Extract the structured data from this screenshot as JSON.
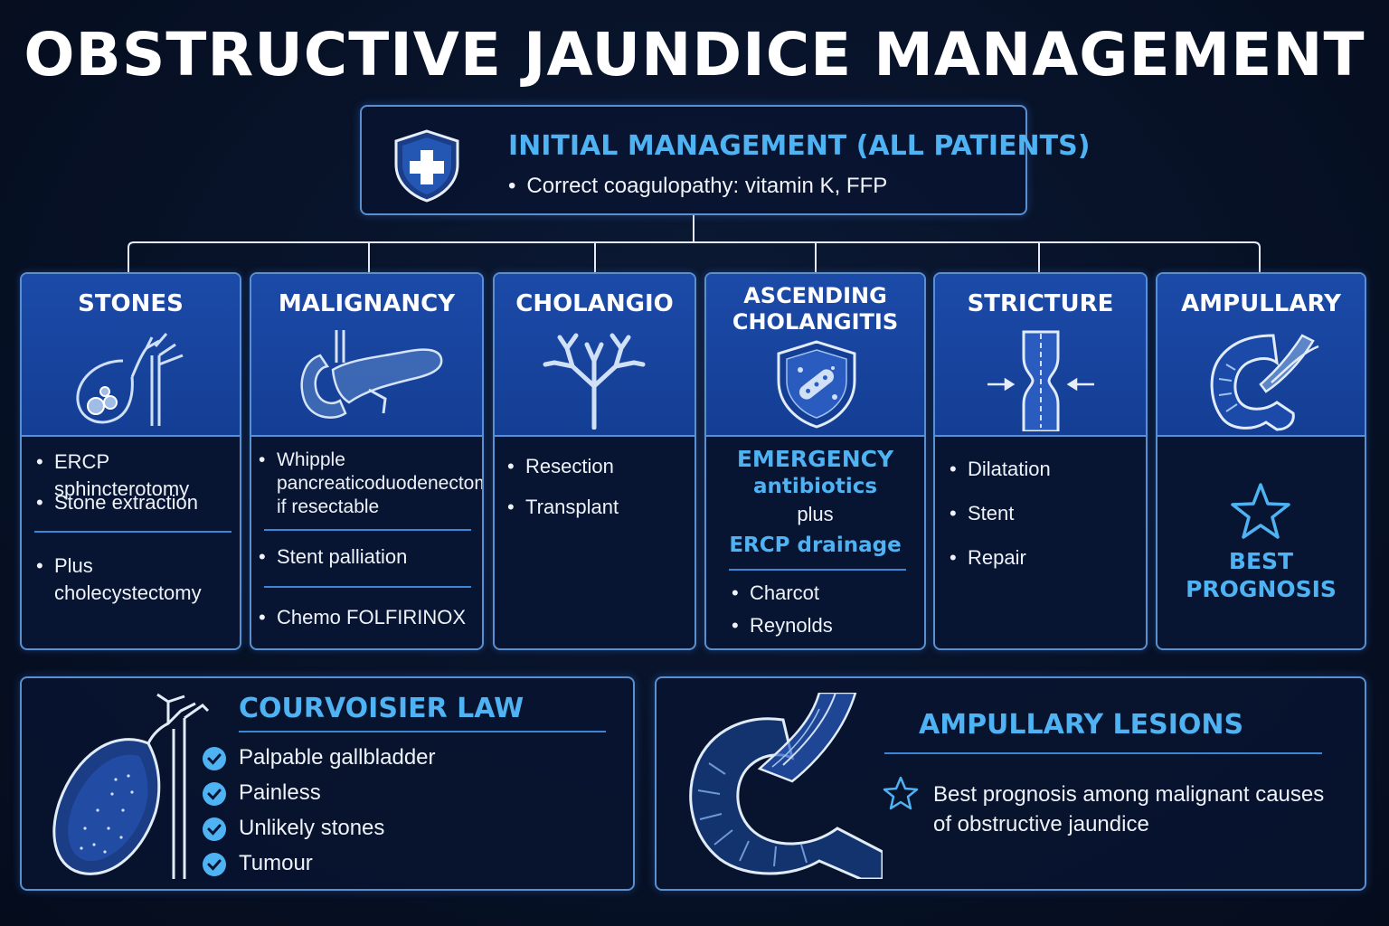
{
  "title": "OBSTRUCTIVE JAUNDICE MANAGEMENT",
  "initial": {
    "title": "INITIAL MANAGEMENT (ALL PATIENTS)",
    "bullet": "Correct coagulopathy: vitamin K, FFP"
  },
  "columns": {
    "stones": {
      "title": "STONES",
      "items": [
        "ERCP sphincterotomy",
        "Stone extraction"
      ],
      "extra_line1": "Plus",
      "extra_line2": "cholecystectomy"
    },
    "malignancy": {
      "title": "MALIGNANCY",
      "whipple_line1": "Whipple",
      "whipple_line2": "pancreaticoduodenectomy",
      "whipple_line3": "if resectable",
      "stent": "Stent palliation",
      "chemo": "Chemo FOLFIRINOX"
    },
    "cholangio": {
      "title": "CHOLANGIO",
      "items": [
        "Resection",
        "Transplant"
      ]
    },
    "ascending": {
      "title_line1": "ASCENDING",
      "title_line2": "CHOLANGITIS",
      "emergency": "EMERGENCY",
      "antibiotics": "antibiotics",
      "plus": "plus",
      "ercp": "ERCP drainage",
      "items": [
        "Charcot",
        "Reynolds"
      ]
    },
    "stricture": {
      "title": "STRICTURE",
      "items": [
        "Dilatation",
        "Stent",
        "Repair"
      ]
    },
    "ampullary": {
      "title": "AMPULLARY",
      "prog_line1": "BEST",
      "prog_line2": "PROGNOSIS"
    }
  },
  "courvoisier": {
    "title": "COURVOISIER LAW",
    "items": [
      "Palpable gallbladder",
      "Painless",
      "Unlikely stones",
      "Tumour"
    ]
  },
  "ampullary_lesions": {
    "title": "AMPULLARY LESIONS",
    "line1": "Best prognosis among malignant causes",
    "line2": "of obstructive jaundice"
  },
  "colors": {
    "accent": "#4fb2f2",
    "header_blue": "#1b4aa8",
    "border": "#5a8fd0",
    "background": "#071126"
  }
}
